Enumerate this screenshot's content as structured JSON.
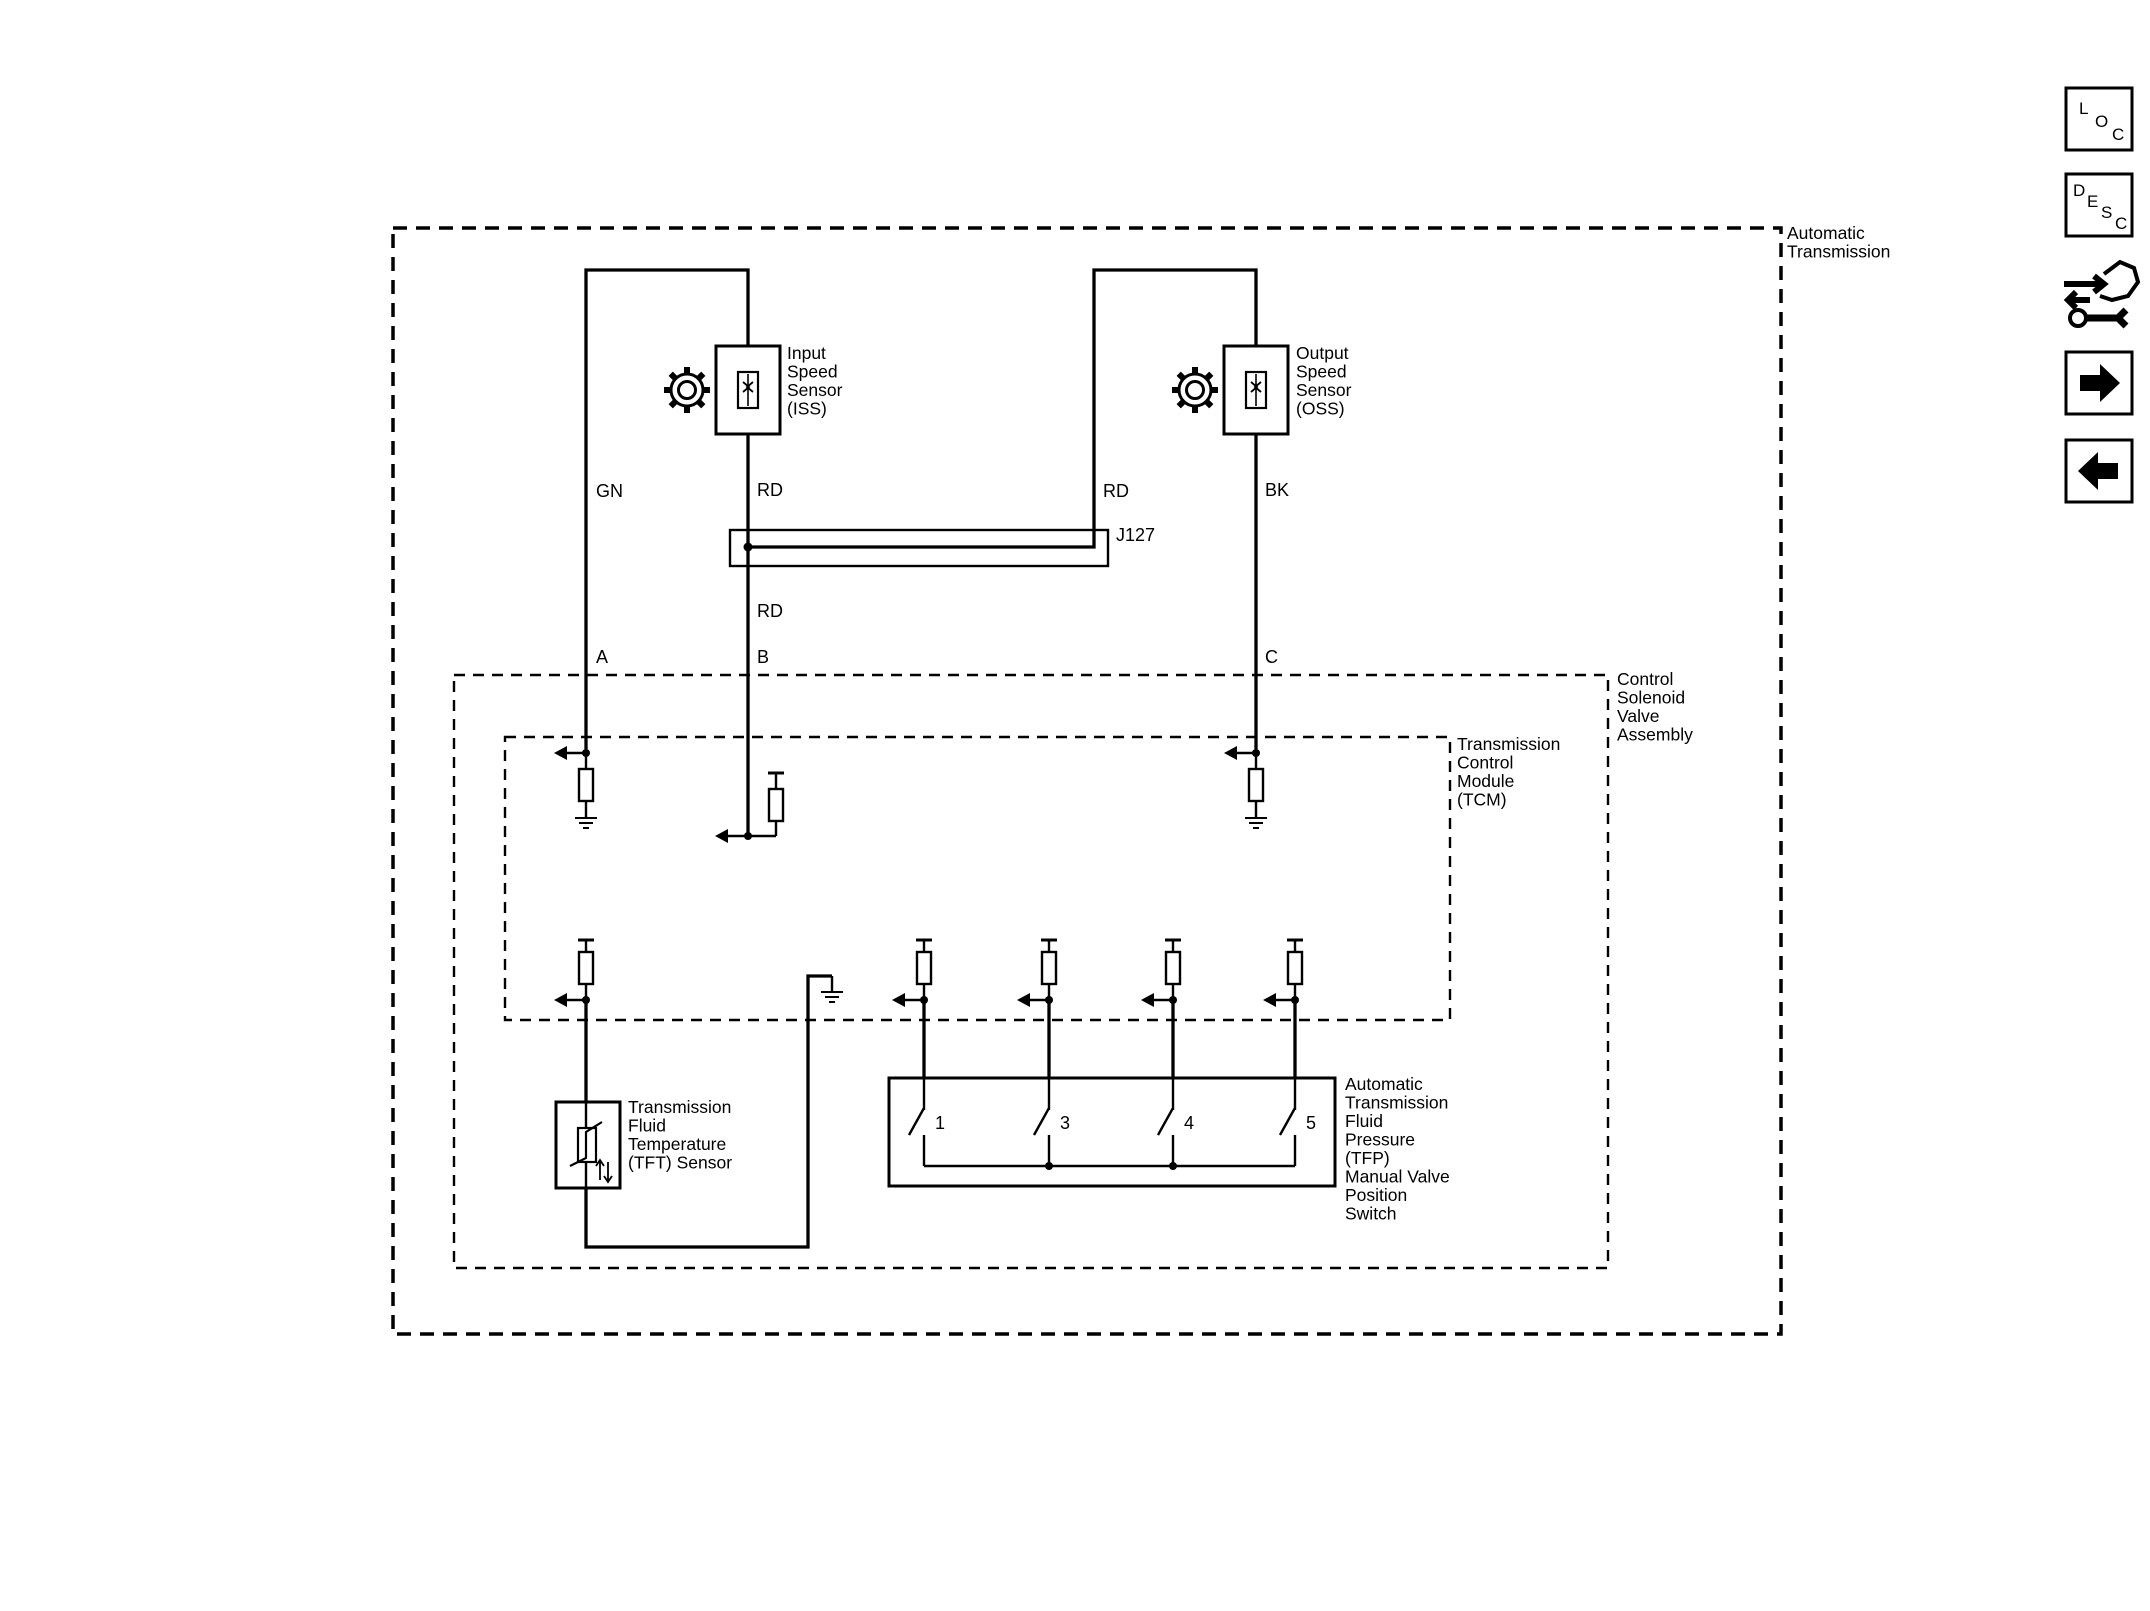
{
  "boxes": {
    "automatic_transmission": [
      "Automatic",
      "Transmission"
    ],
    "control_solenoid_valve_assembly": [
      "Control",
      "Solenoid",
      "Valve",
      "Assembly"
    ],
    "tcm": [
      "Transmission",
      "Control",
      "Module",
      "(TCM)"
    ]
  },
  "components": {
    "iss": [
      "Input",
      "Speed",
      "Sensor",
      "(ISS)"
    ],
    "oss": [
      "Output",
      "Speed",
      "Sensor",
      "(OSS)"
    ],
    "tft": [
      "Transmission",
      "Fluid",
      "Temperature",
      "(TFT) Sensor"
    ],
    "tfp": [
      "Automatic",
      "Transmission",
      "Fluid",
      "Pressure",
      "(TFP)",
      "Manual Valve",
      "Position",
      "Switch"
    ]
  },
  "splice": "J127",
  "wires": {
    "gn": "GN",
    "rd_iss": "RD",
    "rd_oss": "RD",
    "bk": "BK",
    "rd_lower": "RD"
  },
  "pins": {
    "a": "A",
    "b": "B",
    "c": "C"
  },
  "switch_labels": [
    "1",
    "3",
    "4",
    "5"
  ],
  "nav": {
    "loc": {
      "top": "L",
      "mid": "O",
      "bot": "C"
    },
    "desc": {
      "top": "D",
      "mid": "E",
      "mid2": "S",
      "bot": "C"
    }
  }
}
